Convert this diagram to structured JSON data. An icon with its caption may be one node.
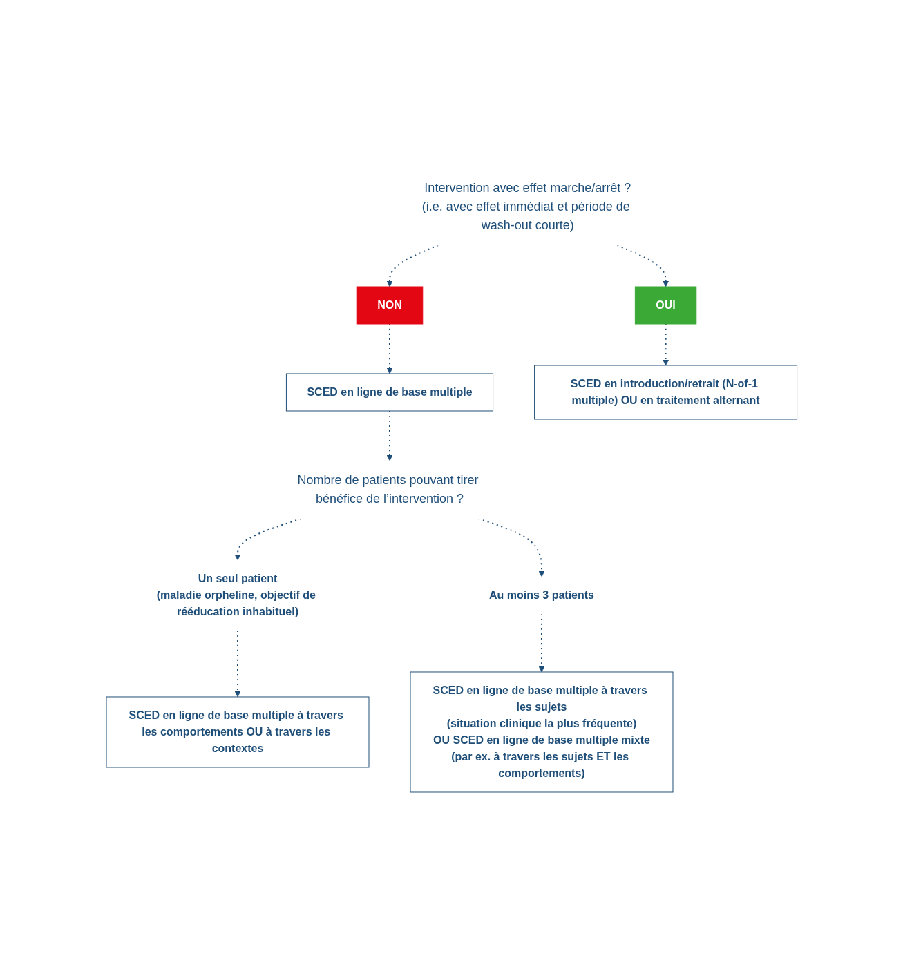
{
  "diagram": {
    "nodes": [
      {
        "text": [
          "Intervention avec effet marche/arrêt ?",
          "(i.e. avec effet immédiat et période de wash-out courte)"
        ]
      },
      {
        "text": [
          "NON"
        ]
      },
      {
        "text": [
          "OUI"
        ]
      },
      {
        "text": [
          "SCED en ligne de base multiple"
        ]
      },
      {
        "text": [
          "SCED en introduction/retrait (N-of-1 multiple) OU en traitement alternant"
        ]
      },
      {
        "text": [
          "Nombre de patients pouvant tirer bénéfice de l’intervention ?"
        ]
      },
      {
        "text": [
          "Un seul patient",
          "(maladie orpheline, objectif de rééducation inhabituel)"
        ]
      },
      {
        "text": [
          "Au moins 3 patients"
        ]
      },
      {
        "text": [
          "SCED en ligne de base multiple à travers les comportements OU à travers les contextes"
        ]
      },
      {
        "text": [
          "SCED en ligne de base multiple à travers les sujets",
          "(situation clinique la plus fréquente)",
          "OU SCED en ligne de base multiple mixte",
          "(par ex. à travers les sujets ET les comportements)"
        ]
      }
    ],
    "edges": [
      {
        "from": 0,
        "to": 1,
        "arrow": "to",
        "style": "dashed"
      },
      {
        "from": 0,
        "to": 2,
        "arrow": "to",
        "style": "dashed"
      },
      {
        "from": 1,
        "to": 3,
        "arrow": "to",
        "style": "dashed"
      },
      {
        "from": 2,
        "to": 4,
        "arrow": "to",
        "style": "dashed"
      },
      {
        "from": 3,
        "to": 5,
        "arrow": "to",
        "style": "dashed"
      },
      {
        "from": 5,
        "to": 6,
        "arrow": "to",
        "style": "dashed"
      },
      {
        "from": 5,
        "to": 7,
        "arrow": "to",
        "style": "dashed"
      },
      {
        "from": 6,
        "to": 8,
        "arrow": "to",
        "style": "dashed"
      },
      {
        "from": 7,
        "to": 9,
        "arrow": "to",
        "style": "dashed"
      }
    ]
  }
}
